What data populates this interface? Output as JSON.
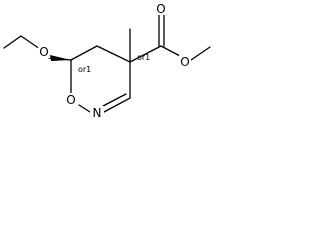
{
  "molecule": {
    "atom_labels": {
      "o_ether": "O",
      "o_ring": "O",
      "n_ring": "N",
      "o_carbonyl": "O",
      "o_ester": "O"
    },
    "stereo_labels": {
      "c6": "or1",
      "c4": "or1"
    }
  }
}
